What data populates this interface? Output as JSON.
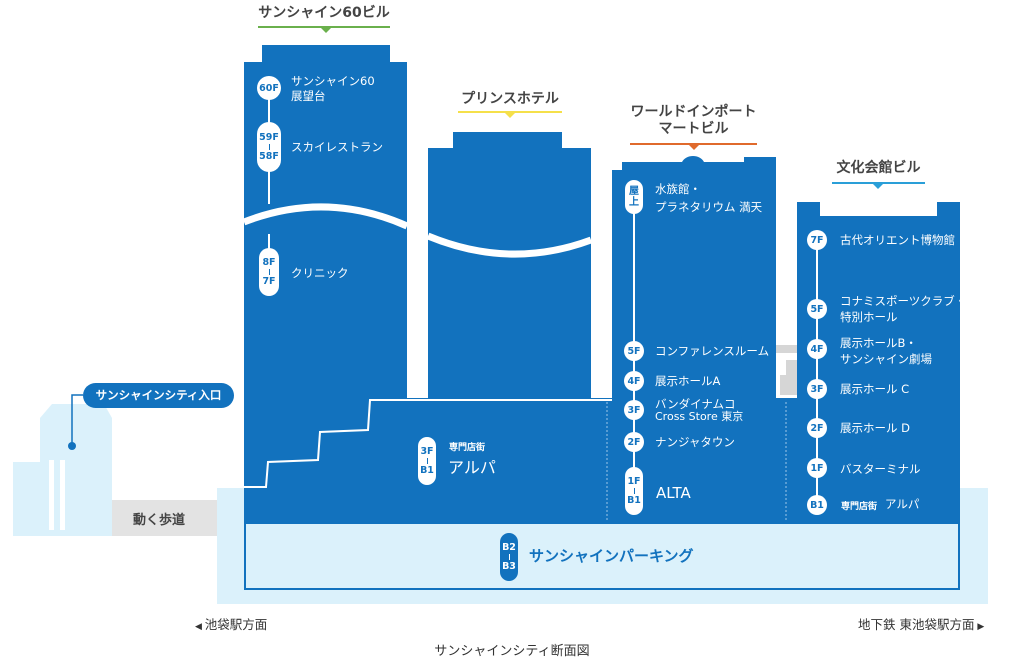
{
  "titles": {
    "sunshine60": "サンシャイン60ビル",
    "prince": "プリンスホテル",
    "wim_line1": "ワールドインポート",
    "wim_line2": "マートビル",
    "bunka": "文化会館ビル"
  },
  "colors": {
    "building": "#1272be",
    "sunshine60": "#6ab04c",
    "prince": "#f5e04a",
    "wim": "#e06a2c",
    "bunka": "#2a9fd8",
    "light": "#dbf1fb",
    "walkway": "#e3e3e3"
  },
  "sunshine60_floors": [
    {
      "floor": "60F",
      "name1": "サンシャイン60",
      "name2": "展望台"
    },
    {
      "floor_top": "59F",
      "floor_bottom": "58F",
      "name1": "スカイレストラン"
    },
    {
      "floor_top": "8F",
      "floor_bottom": "7F",
      "name1": "クリニック"
    }
  ],
  "alpa": {
    "floor_top": "3F",
    "floor_bottom": "B1",
    "sub": "専門店街",
    "name": "アルパ"
  },
  "wim_floors": [
    {
      "floor_top": "屋",
      "floor_bottom": "上",
      "name1": "水族館・",
      "name2": "プラネタリウム 満天"
    },
    {
      "floor": "5F",
      "name1": "コンファレンスルーム"
    },
    {
      "floor": "4F",
      "name1": "展示ホールA"
    },
    {
      "floor": "3F",
      "name1": "バンダイナムコ",
      "name2": "Cross Store 東京"
    },
    {
      "floor": "2F",
      "name1": "ナンジャタウン"
    },
    {
      "floor_top": "1F",
      "floor_bottom": "B1",
      "name1": "ALTA"
    }
  ],
  "bunka_floors": [
    {
      "floor": "7F",
      "name1": "古代オリエント博物館"
    },
    {
      "floor": "5F",
      "name1": "コナミスポーツクラブ・",
      "name2": "特別ホール"
    },
    {
      "floor": "4F",
      "name1": "展示ホールB・",
      "name2": "サンシャイン劇場"
    },
    {
      "floor": "3F",
      "name1": "展示ホール C"
    },
    {
      "floor": "2F",
      "name1": "展示ホール D"
    },
    {
      "floor": "1F",
      "name1": "バスターミナル"
    },
    {
      "floor": "B1",
      "sub": "専門店街",
      "name1": "アルパ"
    }
  ],
  "parking": {
    "floor_top": "B2",
    "floor_bottom": "B3",
    "name": "サンシャインパーキング"
  },
  "entrance": "サンシャインシティ入口",
  "walkway": "動く歩道",
  "directions": {
    "left": "池袋駅方面",
    "right": "地下鉄 東池袋駅方面"
  },
  "caption": "サンシャインシティ断面図"
}
